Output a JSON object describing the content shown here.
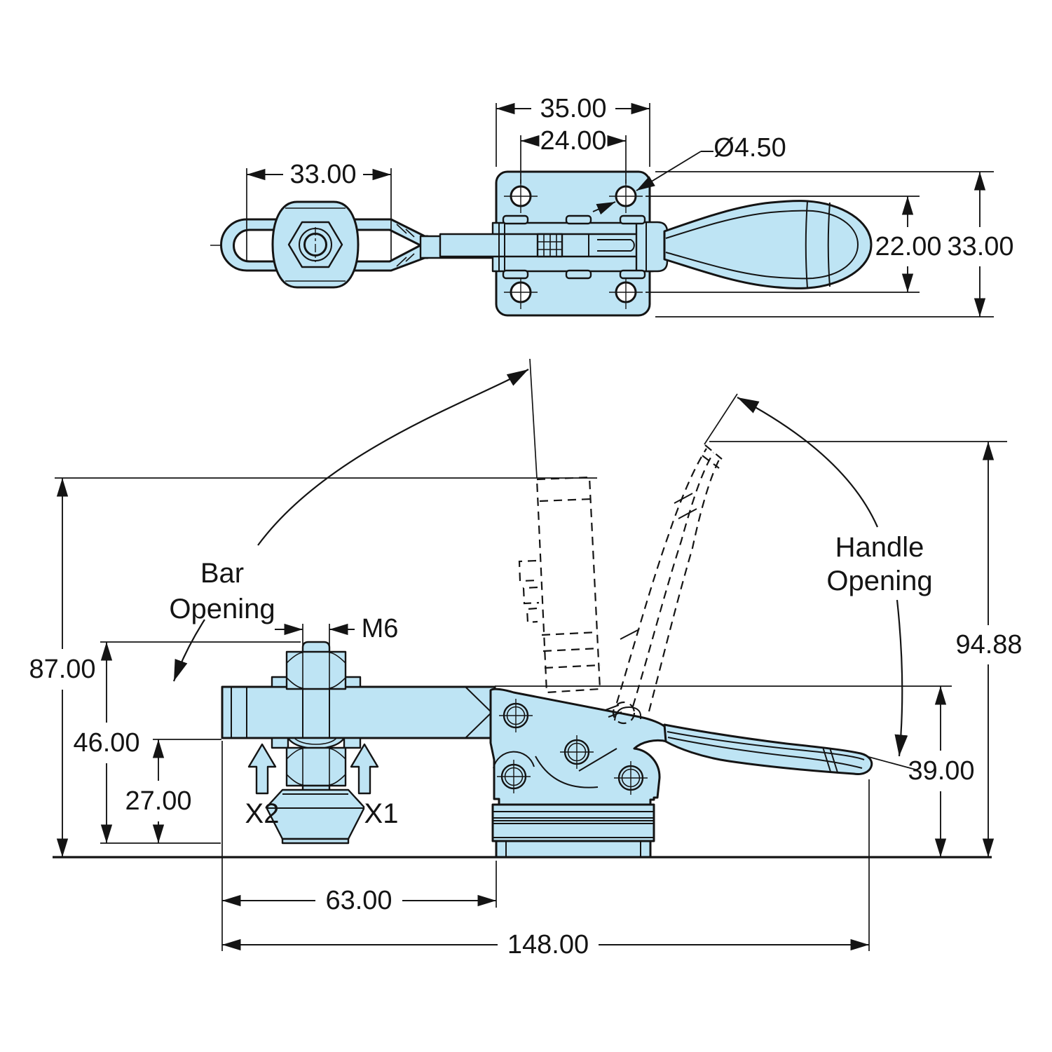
{
  "colors": {
    "background": "#ffffff",
    "part_fill": "#BEE4F4",
    "line": "#141414"
  },
  "top_view": {
    "dim_ubar_span": "33.00",
    "dim_plate_width": "35.00",
    "dim_hole_spacing": "24.00",
    "dim_hole_diameter": "Ø4.50",
    "dim_handle_height": "22.00",
    "dim_plate_height": "33.00"
  },
  "side_view": {
    "dim_open_bar_height": "87.00",
    "dim_spindle_height": "46.00",
    "dim_bar_clearance": "27.00",
    "dim_spindle_thread": "M6",
    "label_force_x2": "X2",
    "label_force_x1": "X1",
    "dim_spindle_offset": "63.00",
    "dim_overall_length": "148.00",
    "dim_open_handle_height": "94.88",
    "dim_bar_height": "39.00",
    "label_bar_opening_line1": "Bar",
    "label_bar_opening_line2": "Opening",
    "label_handle_opening_line1": "Handle",
    "label_handle_opening_line2": "Opening"
  }
}
